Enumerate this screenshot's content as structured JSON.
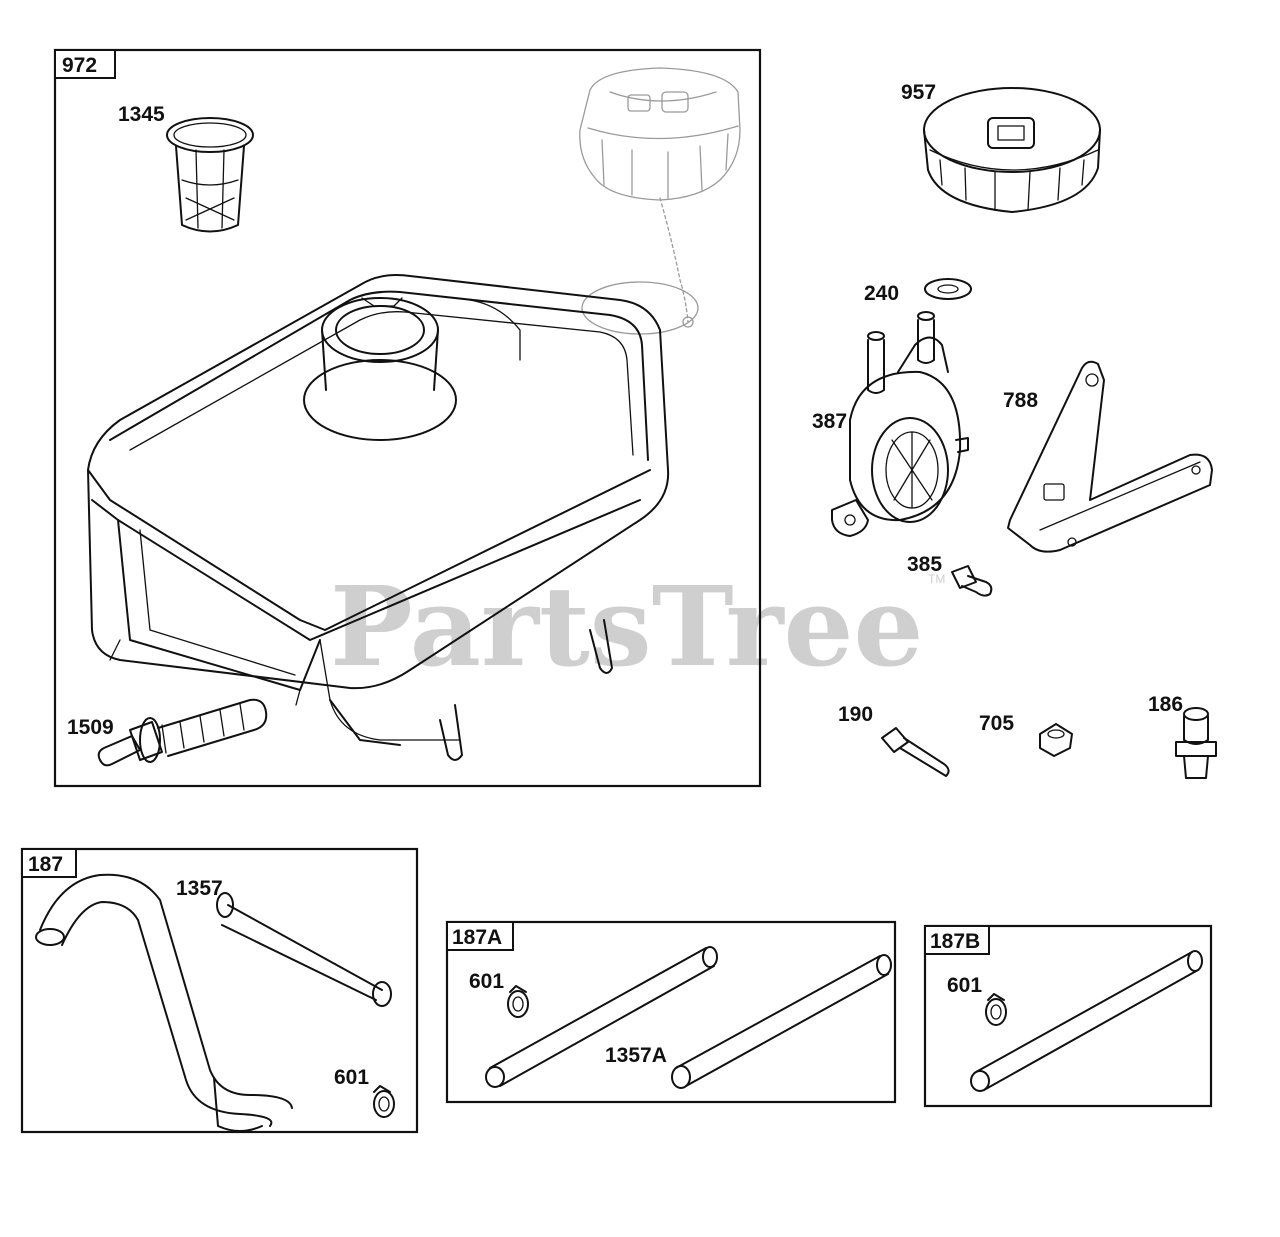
{
  "watermark": {
    "text": "PartsTree",
    "mark": "TM",
    "color": "#cfcfcf"
  },
  "groups": [
    {
      "id": "972",
      "label": "972"
    },
    {
      "id": "187",
      "label": "187"
    },
    {
      "id": "187A",
      "label": "187A"
    },
    {
      "id": "187B",
      "label": "187B"
    }
  ],
  "callouts": {
    "p1345": "1345",
    "p1509": "1509",
    "p957": "957",
    "p240": "240",
    "p387": "387",
    "p788": "788",
    "p385": "385",
    "p190": "190",
    "p705": "705",
    "p186": "186",
    "p1357": "1357",
    "p601_187": "601",
    "p601_187a": "601",
    "p1357a": "1357A",
    "p601_187b": "601"
  },
  "icons": {
    "fuel_tank": "fuel-tank-icon",
    "fuel_cap": "fuel-cap-icon",
    "fuel_pump": "fuel-pump-icon",
    "bracket": "bracket-icon"
  }
}
